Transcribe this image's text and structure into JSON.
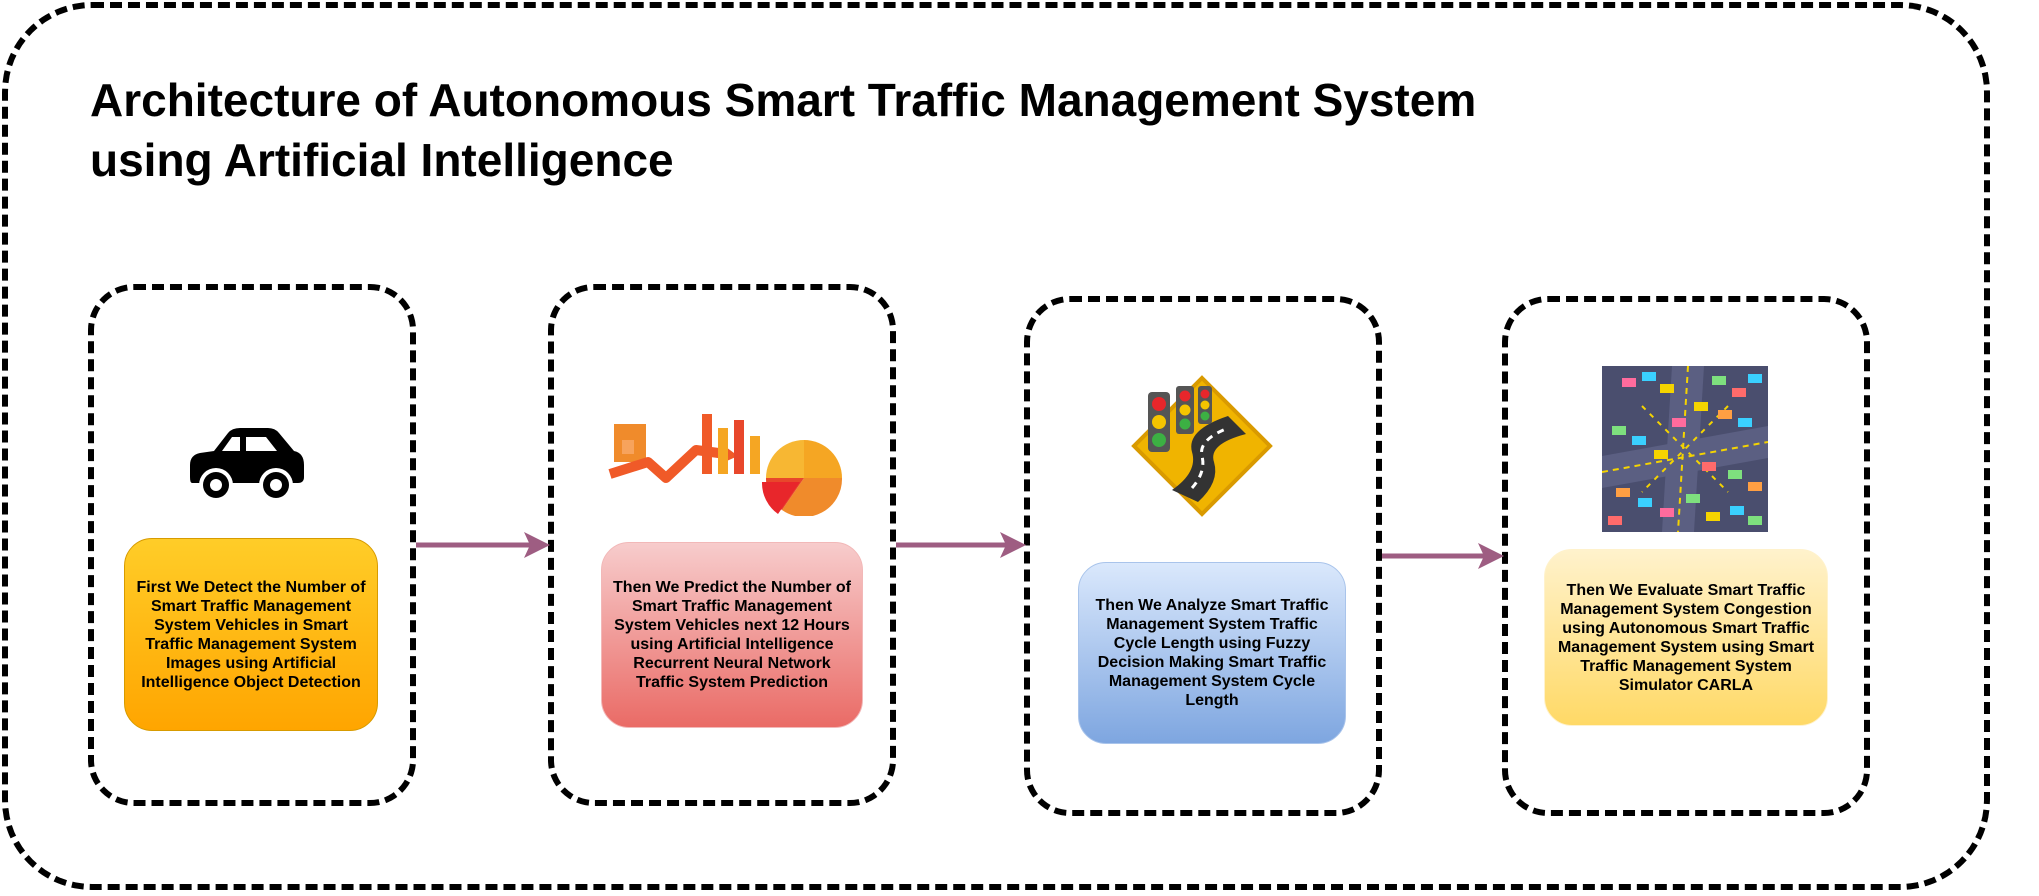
{
  "title_line1": "Architecture of Autonomous Smart Traffic Management System",
  "title_line2": "using Artificial Intelligence",
  "stages": [
    {
      "icon": "car-icon",
      "text": "First We Detect the Number of Smart Traffic Management System Vehicles in Smart Traffic Management System Images using Artificial Intelligence Object Detection",
      "color_top": "#ffcd28",
      "color_bottom": "#ffa500"
    },
    {
      "icon": "chart-icon",
      "text": "Then We Predict the Number of Smart Traffic Management System Vehicles next 12 Hours using Artificial Intelligence Recurrent Neural Network Traffic System Prediction",
      "color_top": "#f7cccc",
      "color_bottom": "#ea6b66"
    },
    {
      "icon": "traffic-light-road-icon",
      "text": "Then We Analyze Smart Traffic Management System Traffic Cycle Length using Fuzzy Decision Making Smart Traffic Management System Cycle Length",
      "color_top": "#dae8fc",
      "color_bottom": "#7ea6e0"
    },
    {
      "icon": "intersection-traffic-icon",
      "text": "Then We Evaluate Smart Traffic Management System Congestion using Autonomous Smart Traffic Management System using Smart Traffic Management System Simulator CARLA",
      "color_top": "#fff2cc",
      "color_bottom": "#ffd966"
    }
  ],
  "arrow_color": "#9e5d82"
}
